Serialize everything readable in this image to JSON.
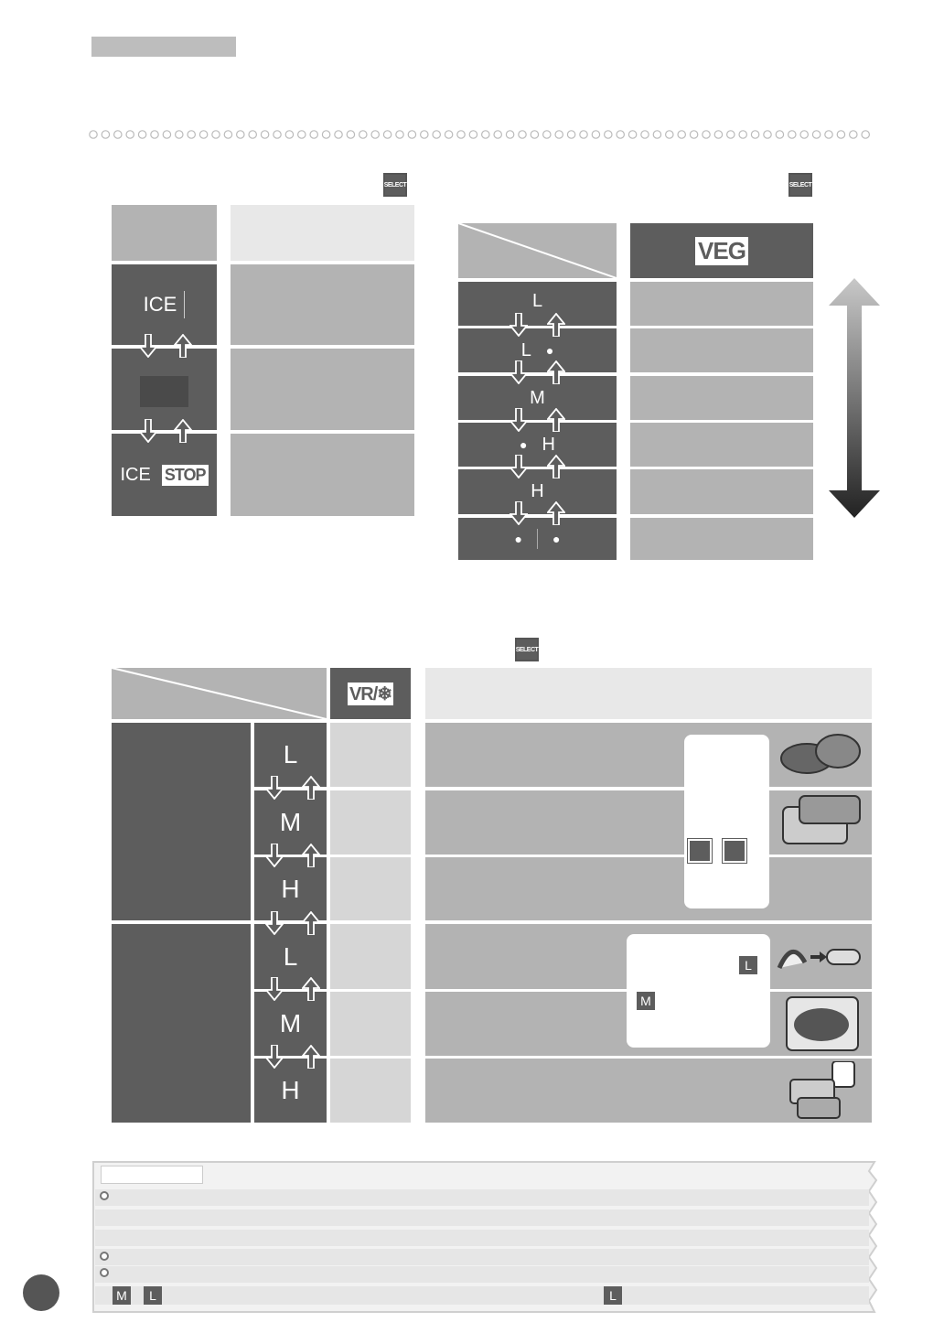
{
  "badges": {
    "select": "SELECT"
  },
  "ice_table": {
    "rows": [
      {
        "label": "ICE"
      },
      {
        "label": ""
      },
      {
        "label": "ICE",
        "badge": "STOP"
      }
    ]
  },
  "veg_table": {
    "header": "VEG",
    "rows": [
      {
        "left": "L",
        "right": ""
      },
      {
        "left": "L",
        "right": "●"
      },
      {
        "left": "M",
        "right": ""
      },
      {
        "left": "●",
        "right": "H"
      },
      {
        "left": "H",
        "right": ""
      },
      {
        "left": "●",
        "right": "●"
      }
    ]
  },
  "vr_table": {
    "header": "VR/❄",
    "group1": [
      "L",
      "M",
      "H"
    ],
    "group2": [
      "L",
      "M",
      "H"
    ],
    "legend_letters": {
      "l": "L",
      "m": "M"
    }
  },
  "notes": {
    "squares": {
      "m": "M",
      "l": "L"
    }
  }
}
